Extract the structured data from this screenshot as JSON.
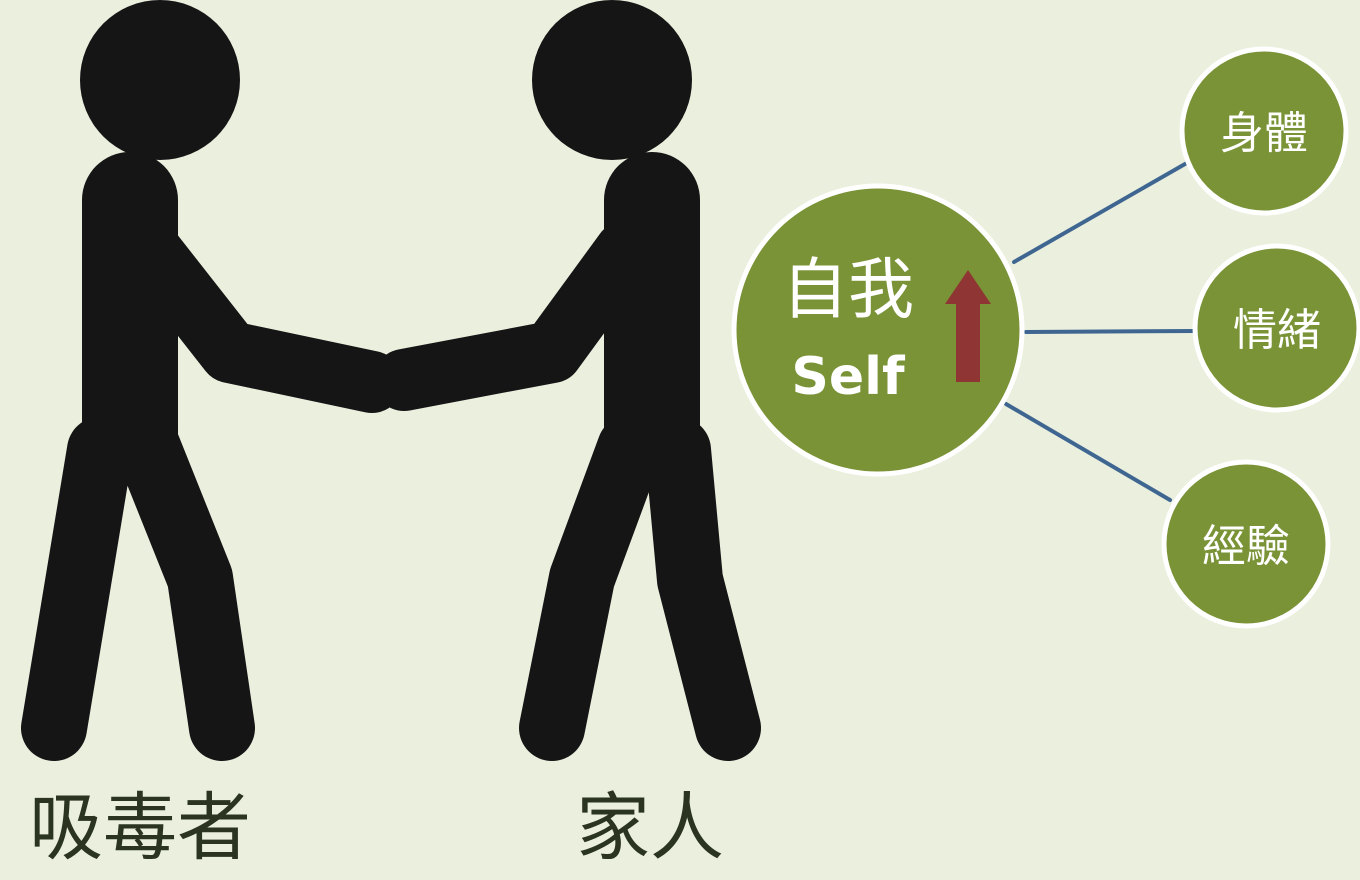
{
  "people": {
    "left_label": "吸毒者",
    "right_label": "家人"
  },
  "center_node": {
    "title": "自我",
    "subtitle": "Self",
    "indicator": "up-arrow"
  },
  "branches": [
    {
      "label": "身體"
    },
    {
      "label": "情緒"
    },
    {
      "label": "經驗"
    }
  ],
  "colors": {
    "background": "#eaefde",
    "node_fill": "#7a9337",
    "node_border": "#ffffff",
    "connector": "#3f6691",
    "arrow": "#8f3533",
    "figure": "#151515",
    "label_text": "#2b3420"
  }
}
